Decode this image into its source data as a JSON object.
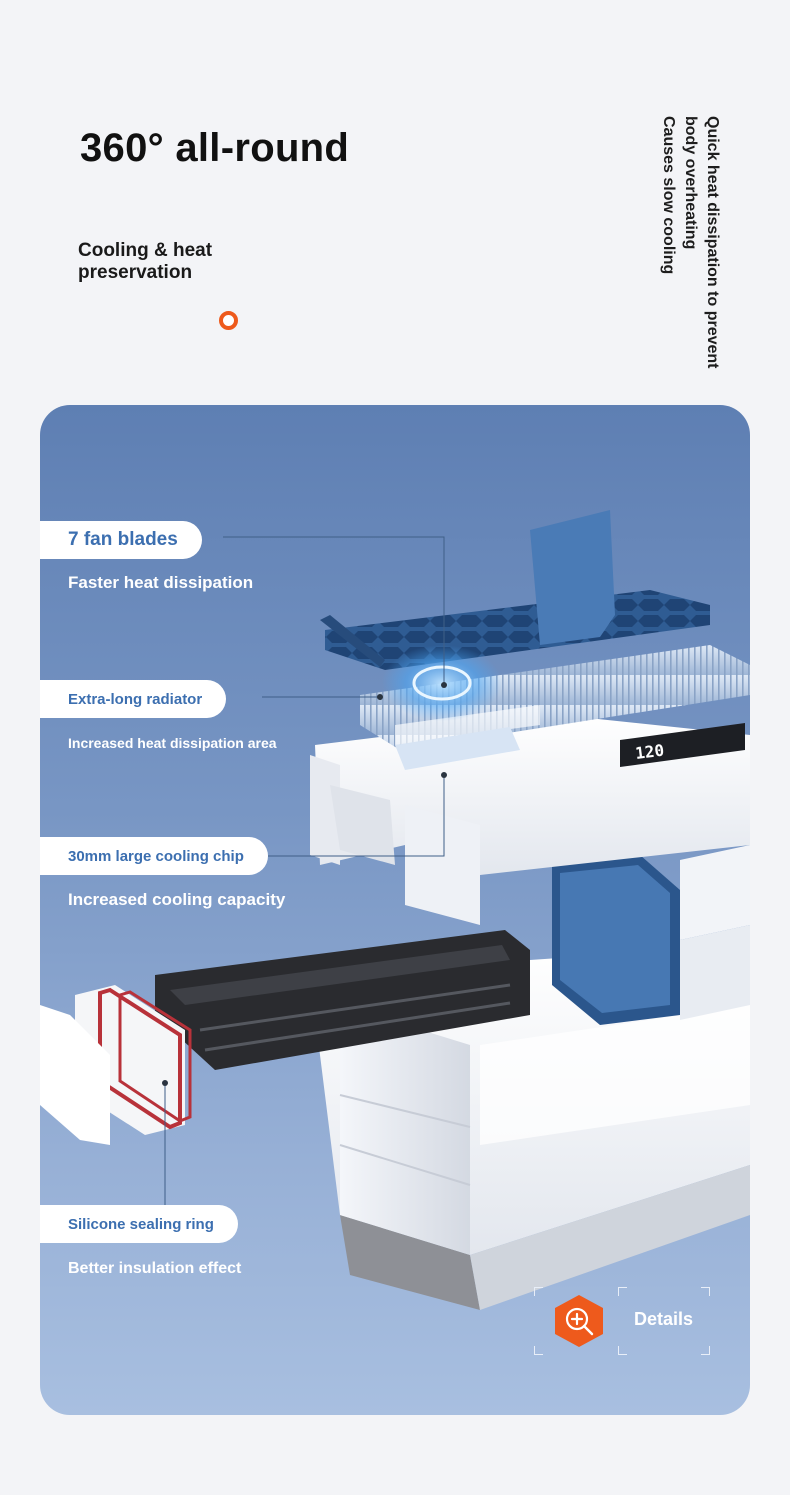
{
  "header": {
    "headline": "360° all-round",
    "subhead": "Cooling & heat preservation",
    "vertical_note": [
      "Quick heat dissipation to prevent",
      "body overheating",
      "Causes slow cooling"
    ]
  },
  "features": [
    {
      "label": "7 fan blades",
      "desc": "Faster heat dissipation"
    },
    {
      "label": "Extra-long radiator",
      "desc": "Increased heat dissipation area"
    },
    {
      "label": "30mm large cooling chip",
      "desc": "Increased cooling capacity"
    },
    {
      "label": "Silicone sealing ring",
      "desc": "Better insulation effect"
    }
  ],
  "display_readout": "120",
  "details_button": {
    "label": "Details",
    "icon": "zoom-in-icon"
  },
  "colors": {
    "accent": "#ee5a1c",
    "label_blue": "#3c6fb0",
    "panel_top": "#5e7fb3",
    "panel_bottom": "#a8bfe0"
  }
}
